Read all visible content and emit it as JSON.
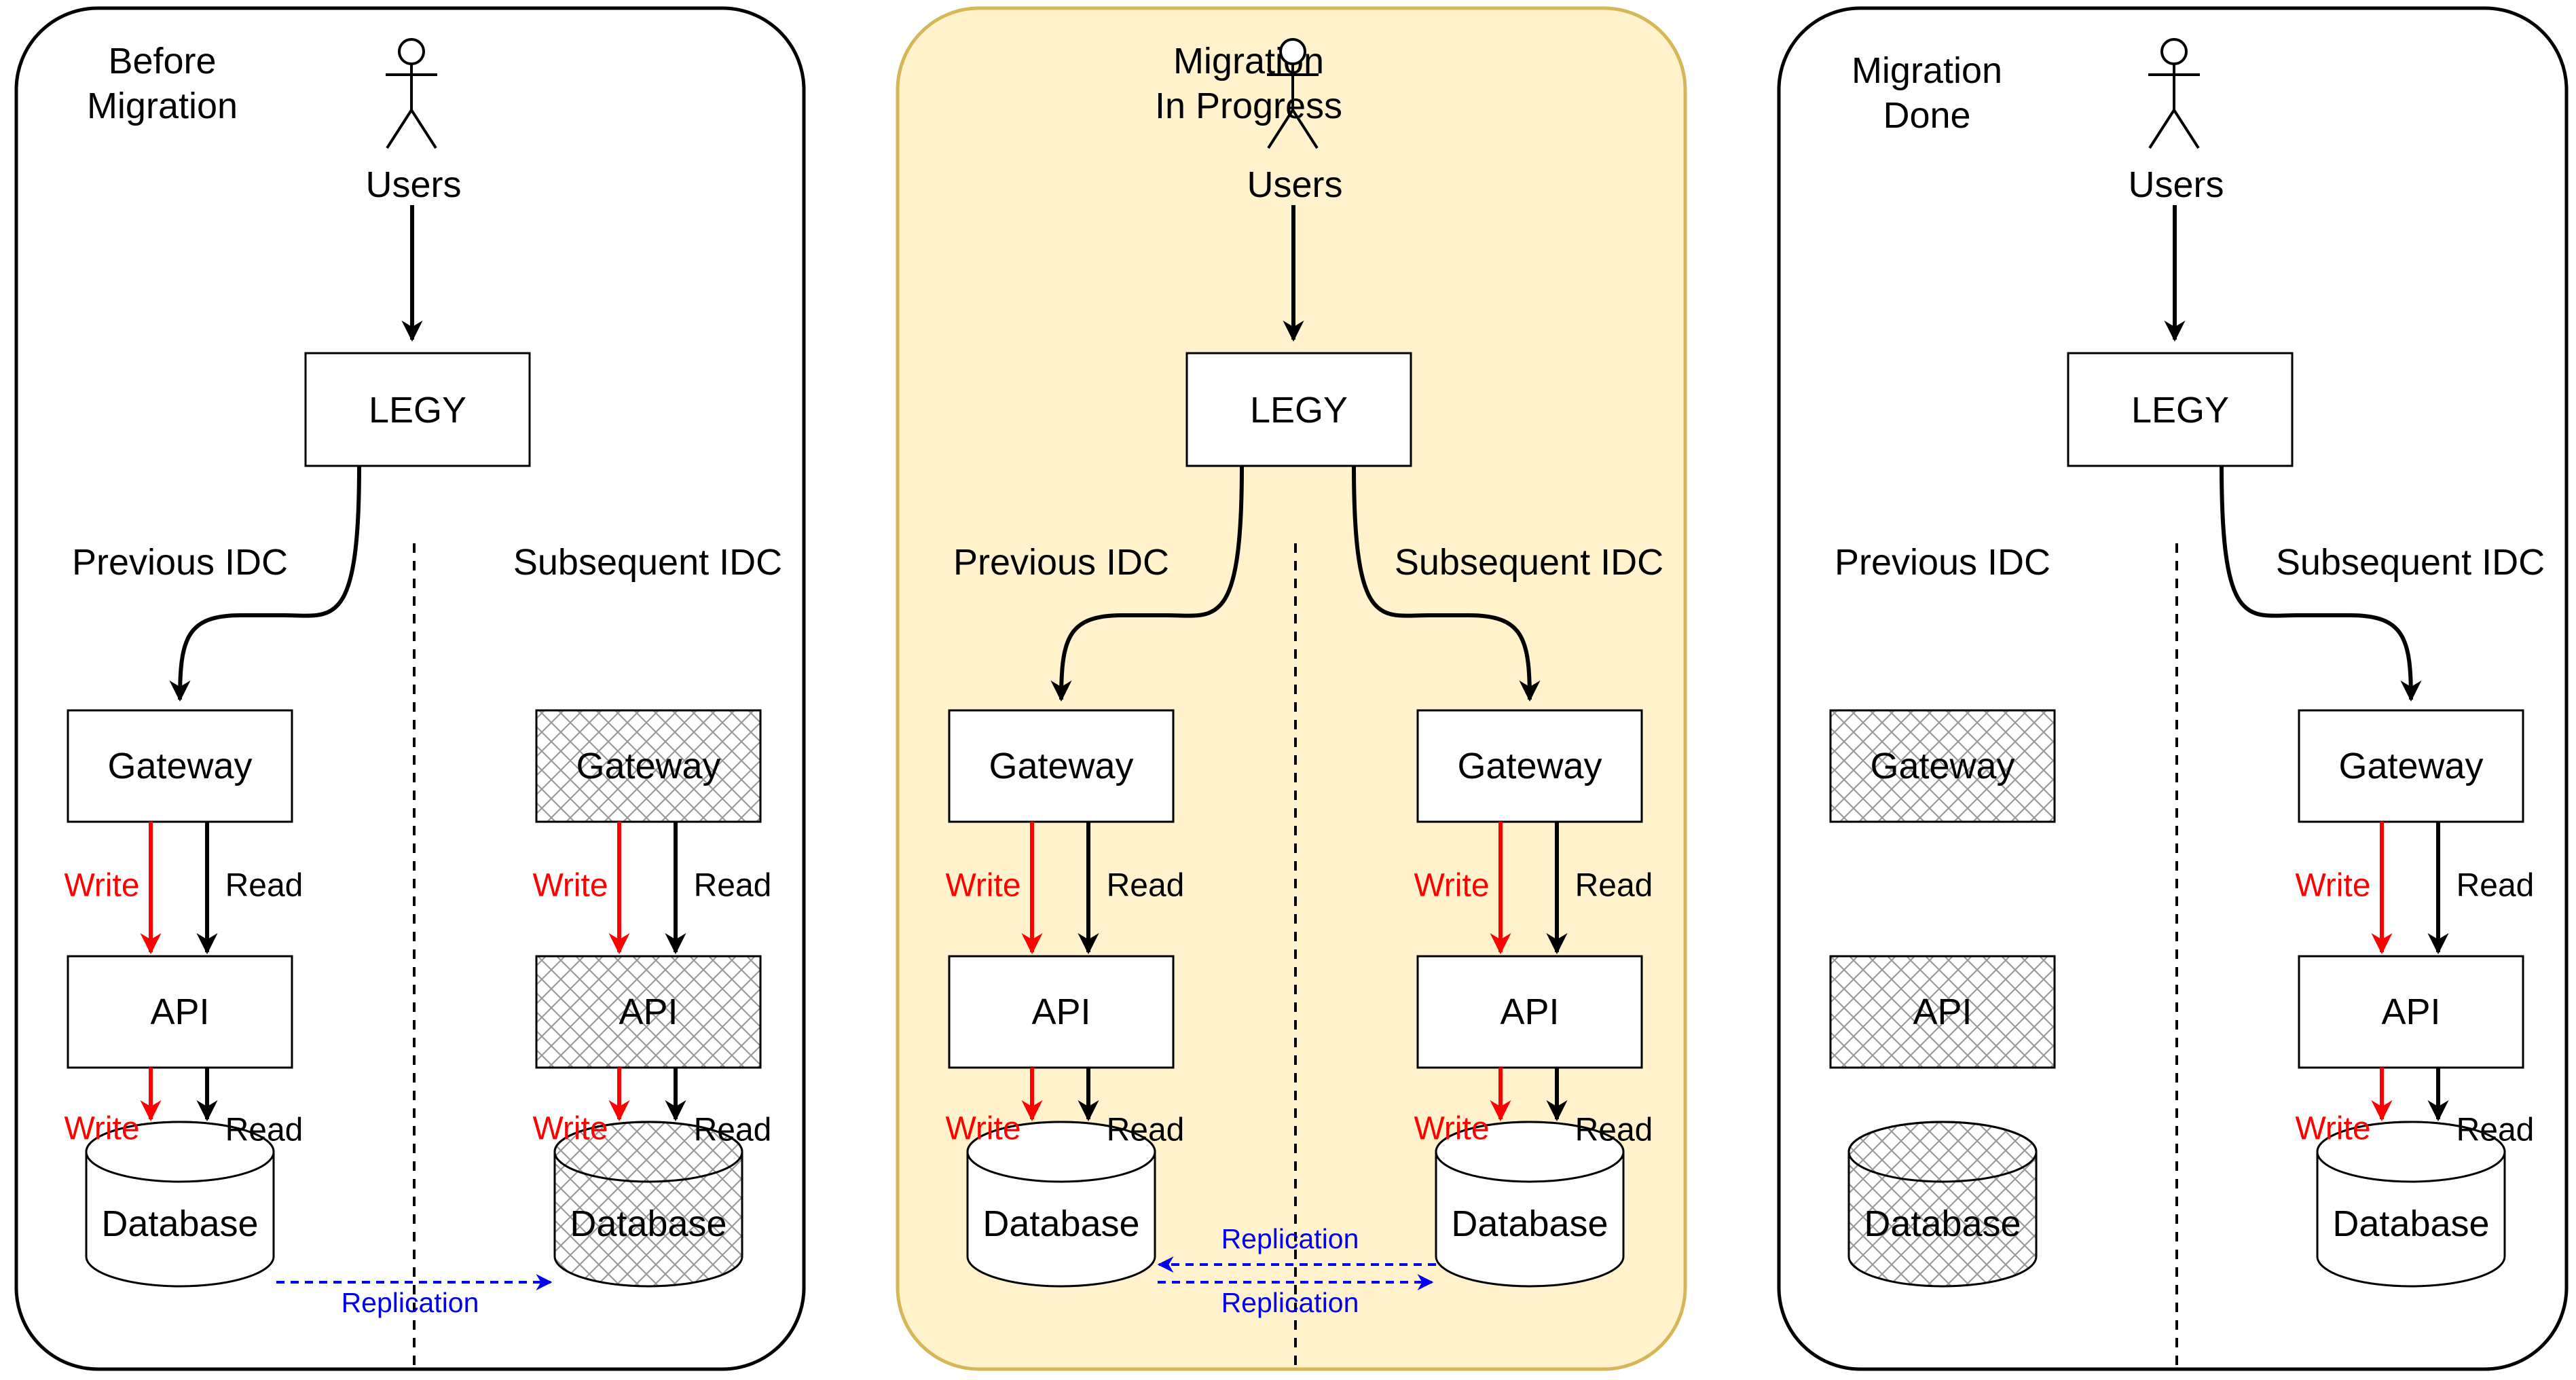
{
  "colors": {
    "panel_border": "#000000",
    "highlight_fill": "#fff2cc",
    "highlight_border": "#d6b656",
    "write": "#ff0000",
    "read": "#000000",
    "replication": "#0000ee",
    "hatch": "#999999"
  },
  "panels": [
    {
      "title": [
        "Before",
        "Migration"
      ],
      "highlighted": false,
      "users_label": "Users",
      "legy_label": "LEGY",
      "previous_idc_label": "Previous IDC",
      "subsequent_idc_label": "Subsequent IDC",
      "traffic_to": [
        "previous"
      ],
      "previous": {
        "active": true,
        "gateway_label": "Gateway",
        "api_label": "API",
        "database_label": "Database",
        "write_label": "Write",
        "read_label": "Read"
      },
      "subsequent": {
        "active": false,
        "gateway_label": "Gateway",
        "api_label": "API",
        "database_label": "Database",
        "write_label": "Write",
        "read_label": "Read"
      },
      "replication": {
        "direction": "previous-to-subsequent",
        "labels": [
          "Replication"
        ]
      }
    },
    {
      "title": [
        "Migration",
        "In Progress"
      ],
      "highlighted": true,
      "users_label": "Users",
      "legy_label": "LEGY",
      "previous_idc_label": "Previous IDC",
      "subsequent_idc_label": "Subsequent IDC",
      "traffic_to": [
        "previous",
        "subsequent"
      ],
      "previous": {
        "active": true,
        "gateway_label": "Gateway",
        "api_label": "API",
        "database_label": "Database",
        "write_label": "Write",
        "read_label": "Read"
      },
      "subsequent": {
        "active": true,
        "gateway_label": "Gateway",
        "api_label": "API",
        "database_label": "Database",
        "write_label": "Write",
        "read_label": "Read"
      },
      "replication": {
        "direction": "bidirectional",
        "labels": [
          "Replication",
          "Replication"
        ]
      }
    },
    {
      "title": [
        "Migration",
        "Done"
      ],
      "highlighted": false,
      "users_label": "Users",
      "legy_label": "LEGY",
      "previous_idc_label": "Previous IDC",
      "subsequent_idc_label": "Subsequent IDC",
      "traffic_to": [
        "subsequent"
      ],
      "previous": {
        "active": false,
        "show_flows": false,
        "gateway_label": "Gateway",
        "api_label": "API",
        "database_label": "Database"
      },
      "subsequent": {
        "active": true,
        "gateway_label": "Gateway",
        "api_label": "API",
        "database_label": "Database",
        "write_label": "Write",
        "read_label": "Read"
      },
      "replication": null
    }
  ]
}
